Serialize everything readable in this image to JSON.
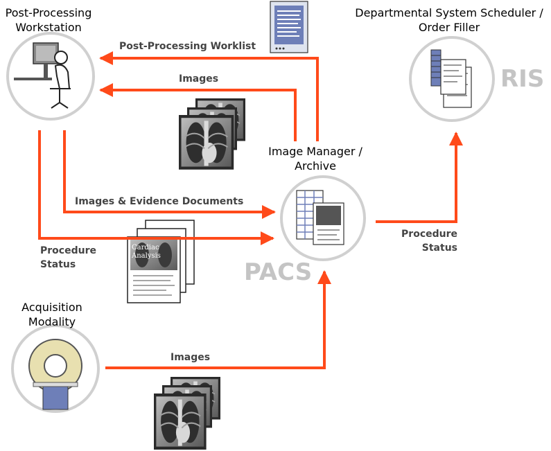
{
  "actors": {
    "post_processing_workstation": "Post-Processing\nWorkstation",
    "departmental_scheduler": "Departmental System Scheduler /\nOrder Filler",
    "image_manager": "Image Manager /\nArchive",
    "acquisition_modality": "Acquisition\nModality"
  },
  "brands": {
    "ris": "RIS",
    "pacs": "PACS"
  },
  "transactions": {
    "post_processing_worklist": "Post-Processing Worklist",
    "images_top": "Images",
    "images_evidence": "Images & Evidence Documents",
    "procedure_status_left": "Procedure\nStatus",
    "procedure_status_right": "Procedure\nStatus",
    "images_bottom": "Images"
  },
  "document_thumb_text": "Cardiac\nAnalysis",
  "colors": {
    "arrow": "#ff4a1a",
    "circle_border": "#d0d0d0",
    "brand_gray": "#c4c4c4",
    "label_dark": "#444444"
  }
}
